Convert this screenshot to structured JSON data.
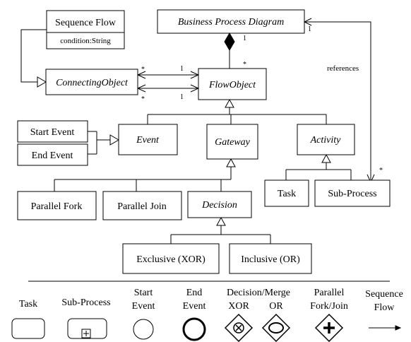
{
  "classes": {
    "bpd": "Business Process Diagram",
    "sequence_flow": "Sequence Flow",
    "sequence_flow_attr": "condition:String",
    "connecting_object": "ConnectingObject",
    "flow_object": "FlowObject",
    "event": "Event",
    "gateway": "Gateway",
    "activity": "Activity",
    "start_event": "Start Event",
    "end_event": "End Event",
    "parallel_fork": "Parallel Fork",
    "parallel_join": "Parallel Join",
    "decision": "Decision",
    "exclusive": "Exclusive (XOR)",
    "inclusive": "Inclusive (OR)",
    "task": "Task",
    "sub_process": "Sub-Process"
  },
  "multiplicities": {
    "bpd_to_flow_whole": "1",
    "bpd_to_flow_part": "*",
    "conn_to_flow_a_star": "*",
    "conn_to_flow_a_one": "1",
    "conn_to_flow_b_star": "*",
    "conn_to_flow_b_one": "1",
    "bpd_ref_one": "1",
    "subprocess_ref_star": "*"
  },
  "labels": {
    "references": "references"
  },
  "legend": {
    "task": "Task",
    "sub_process": "Sub-Process",
    "start_event": [
      "Start",
      "Event"
    ],
    "end_event": [
      "End",
      "Event"
    ],
    "decision_merge": "Decision/Merge",
    "xor": "XOR",
    "or": "OR",
    "parallel": [
      "Parallel",
      "Fork/Join"
    ],
    "sequence_flow": [
      "Sequence",
      "Flow"
    ]
  }
}
